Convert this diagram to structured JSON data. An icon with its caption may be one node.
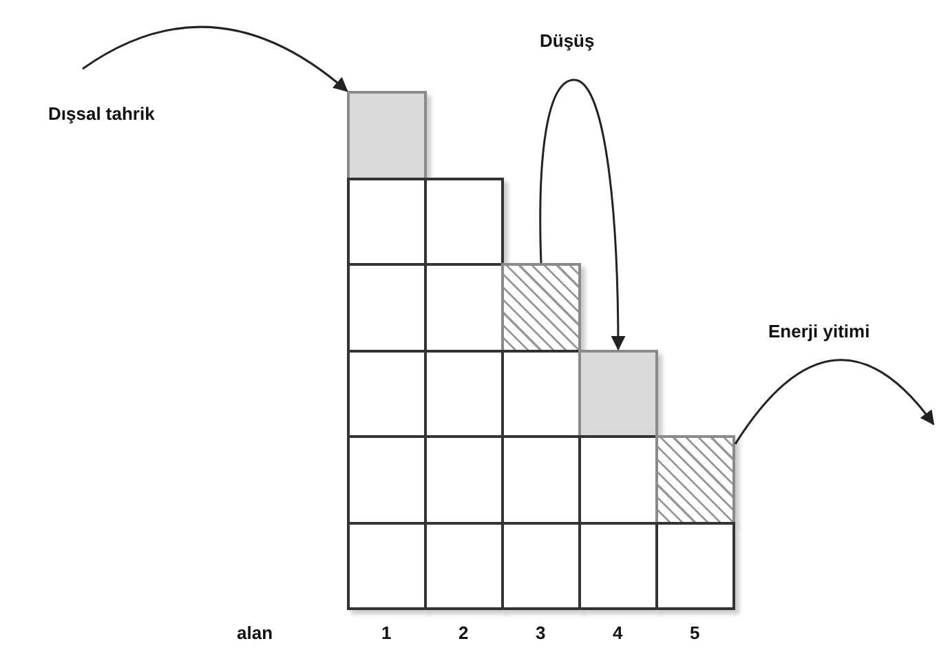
{
  "diagram": {
    "nodes": [
      {
        "text": [],
        "shape": "box"
      },
      {
        "text": [],
        "shape": "box"
      },
      {
        "text": [],
        "shape": "box"
      },
      {
        "text": [],
        "shape": "box"
      },
      {
        "text": [],
        "shape": "box"
      },
      {
        "text": [],
        "shape": "box"
      },
      {
        "text": [],
        "shape": "box"
      },
      {
        "text": [],
        "shape": "box"
      },
      {
        "text": [],
        "shape": "box"
      },
      {
        "text": [],
        "shape": "box"
      },
      {
        "text": [],
        "shape": "box"
      },
      {
        "text": [],
        "shape": "box"
      },
      {
        "text": [],
        "shape": "box"
      },
      {
        "text": [],
        "shape": "box"
      },
      {
        "text": [],
        "shape": "box"
      },
      {
        "text": [],
        "shape": "box"
      },
      {
        "text": [],
        "shape": "box"
      },
      {
        "text": [],
        "shape": "box"
      },
      {
        "text": [],
        "shape": "box"
      },
      {
        "text": [],
        "shape": "box"
      }
    ],
    "edges": [
      {
        "from": null,
        "to": 0,
        "arrow": "to"
      },
      {
        "from": 5,
        "to": 9,
        "arrow": "to"
      },
      {
        "from": 14,
        "to": null,
        "arrow": "to"
      }
    ],
    "labels": [
      "Dışsal tahrik",
      "Düşüş",
      "Enerji yitimi",
      "alan",
      "1",
      "2",
      "3",
      "4",
      "5"
    ]
  }
}
